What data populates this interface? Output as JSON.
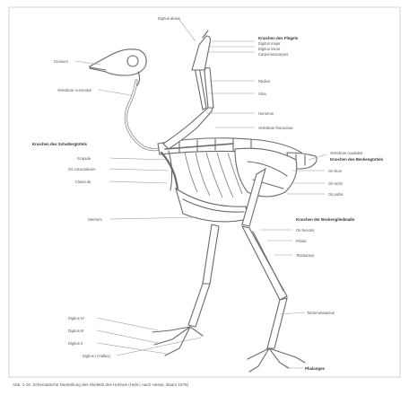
{
  "figure": {
    "caption": "Abb. 1-16. Schematische Darstellung des Skeletts des Huhnes (Hahn; nach Hesse, Baum 1979)",
    "labels": {
      "digitus_alulae": "Digitus alulae",
      "ossa_alae_heading": "Knochen des Flügels",
      "digitus_major": "Digitus major",
      "digitus_minor": "Digitus minor",
      "carpometacarpus": "Carpometacarpus",
      "cranium": "Cranium",
      "vertebrae_cervicales": "Vertebrae cervicales",
      "radius": "Radius",
      "ulna": "Ulna",
      "humerus": "Humerus",
      "vertebrae_thoracicae": "Vertebrae thoracicae",
      "schulter_heading": "Knochen des Schultergürtels",
      "scapula": "Scapula",
      "os_coracoideum": "Os coracoideum",
      "clavicula": "Clavicula",
      "vertebrae_caudales": "Vertebrae caudales",
      "becken_heading": "Knochen des Beckengürtels",
      "os_ilium": "Os ilium",
      "os_ischii": "Os ischii",
      "os_pubis": "Os pubis",
      "sternum": "Sternum",
      "hintergliedmasse_heading": "Knochen der Beckengliedmaße",
      "os_femoris": "Os femoris",
      "fibula": "Fibula",
      "tibiotarsus": "Tibiotarsus",
      "tarsometatarsus": "Tarsometatarsus",
      "digitus_iv": "Digitus IV",
      "digitus_iii": "Digitus III",
      "digitus_ii": "Digitus II",
      "digitus_i": "Digitus I (Hallux)",
      "phalanges": "Phalanges"
    }
  }
}
